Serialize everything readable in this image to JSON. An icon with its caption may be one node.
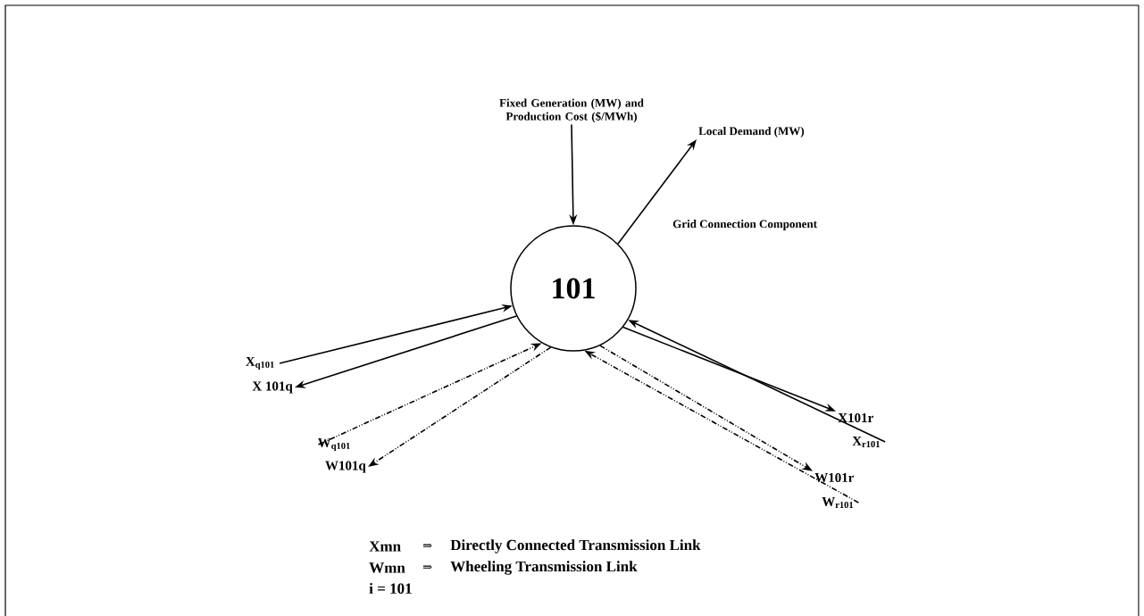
{
  "diagram": {
    "nodes": [
      {
        "text": [
          "101"
        ]
      },
      {
        "text": [
          "Fixed Generation (MW) and Production Cost ($/MWh)"
        ]
      },
      {
        "text": [
          "Local Demand (MW)"
        ]
      },
      {
        "text": [
          "X$_{q101}$"
        ]
      },
      {
        "text": [
          "X 101q"
        ]
      },
      {
        "text": [
          "W$_{q101}$"
        ]
      },
      {
        "text": [
          "W101q"
        ]
      },
      {
        "text": [
          "X101r"
        ]
      },
      {
        "text": [
          "X$_{r101}$"
        ]
      },
      {
        "text": [
          "W101r"
        ]
      },
      {
        "text": [
          "W$_{r101}$"
        ]
      }
    ],
    "edges": [
      {
        "from": 1,
        "to": 0,
        "arrow": "to"
      },
      {
        "from": 0,
        "to": 2,
        "arrow": "to"
      },
      {
        "from": 3,
        "to": 0,
        "arrow": "to"
      },
      {
        "from": 0,
        "to": 4,
        "arrow": "to"
      },
      {
        "from": 5,
        "to": 0,
        "arrow": "to",
        "style": "dashed"
      },
      {
        "from": 0,
        "to": 6,
        "arrow": "to",
        "style": "dashed"
      },
      {
        "from": 0,
        "to": 7,
        "arrow": "to"
      },
      {
        "from": 8,
        "to": 0,
        "arrow": "to"
      },
      {
        "from": 0,
        "to": 9,
        "arrow": "to",
        "style": "dashed"
      },
      {
        "from": 10,
        "to": 0,
        "arrow": "to",
        "style": "dashed"
      }
    ],
    "labels": [
      "Grid Connection Component",
      "Xmn",
      "⇒",
      "Directly Connected Transmission Link",
      "Wmn",
      "⇒",
      "Wheeling Transmission Link",
      "i = 101"
    ]
  }
}
